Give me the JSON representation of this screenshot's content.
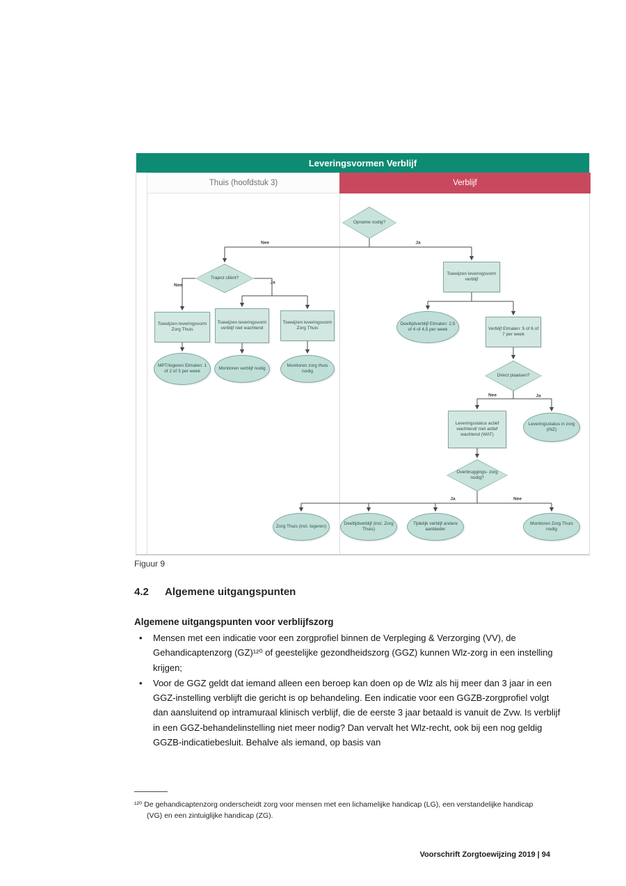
{
  "diagram": {
    "title": "Leveringsvormen Verblijf",
    "column_left": "Thuis (hoofdstuk 3)",
    "column_right": "Verblijf",
    "colors": {
      "title_bg": "#0E8B73",
      "verblijf_header_bg": "#C8495E",
      "node_fill": "#D2E7E2",
      "node_border": "#7FA8A1",
      "connector": "#4A4A4A"
    },
    "nodes": [
      {
        "shape": "diamond",
        "label": "Opname nodig?"
      },
      {
        "shape": "diamond",
        "label": "Traject cliënt?"
      },
      {
        "shape": "rect",
        "label": "Toewijzen leveringsvorm Zorg Thuis"
      },
      {
        "shape": "rect",
        "label": "Toewijzen leveringsvorm verblijf niet wachtend"
      },
      {
        "shape": "rect",
        "label": "Toewijzen leveringsvorm Zorg Thuis"
      },
      {
        "shape": "ellipse",
        "label": "MPT/logeren Etmalen: 1 of 2 of 3 per week"
      },
      {
        "shape": "ellipse",
        "label": "Monitoren verblijf nodig"
      },
      {
        "shape": "ellipse",
        "label": "Monitoren zorg thuis nodig"
      },
      {
        "shape": "rect",
        "label": "Toewijzen leveringsvorm verblijf"
      },
      {
        "shape": "ellipse",
        "label": "Deeltijdverblijf Etmalen: 2,5 of 4 of 4,5 per week"
      },
      {
        "shape": "rect",
        "label": "Verblijf Etmalen: 5 of 6 of 7 per week"
      },
      {
        "shape": "diamond",
        "label": "Direct plaatsen?"
      },
      {
        "shape": "rect",
        "label": "Leveringsstatus actief wachtend/ niet actief wachtend (WAT)"
      },
      {
        "shape": "ellipse",
        "label": "Leveringsstatus in zorg (INZ)"
      },
      {
        "shape": "diamond",
        "label": "Overbruggings- zorg nodig?"
      },
      {
        "shape": "ellipse",
        "label": "Zorg Thuis (incl. logeren)"
      },
      {
        "shape": "ellipse",
        "label": "Deeltijdverblijf (incl. Zorg Thuis)"
      },
      {
        "shape": "ellipse",
        "label": "Tijdelijk verblijf andere aanbieder"
      },
      {
        "shape": "ellipse",
        "label": "Monitoren Zorg Thuis nodig"
      }
    ],
    "branch_labels": {
      "opname_nee": "Nee",
      "opname_ja": "Ja",
      "traject_nee": "Nee",
      "traject_ja": "Ja",
      "direct_nee": "Nee",
      "direct_ja": "Ja",
      "overbrugging_ja": "Ja",
      "overbrugging_nee": "Nee"
    }
  },
  "content": {
    "figure_caption": "Figuur 9",
    "section_number": "4.2",
    "section_title": "Algemene uitgangspunten",
    "subsection_title": "Algemene uitgangspunten voor verblijfszorg",
    "bullets": [
      "Mensen met een indicatie voor een zorgprofiel binnen de Verpleging & Verzorging (VV), de Gehandicaptenzorg (GZ)¹²⁰ of geestelijke gezondheidszorg (GGZ) kunnen Wlz-zorg in een instelling krijgen;",
      "Voor de GGZ geldt dat iemand alleen een beroep kan doen op de Wlz als hij meer dan 3 jaar in een GGZ-instelling verblijft die gericht is op behandeling. Een indicatie voor een GGZB-zorgprofiel volgt dan aansluitend op intramuraal klinisch verblijf, die de eerste 3 jaar betaald is vanuit de Zvw. Is verblijf in een GGZ-behandelinstelling niet meer nodig? Dan vervalt het Wlz-recht, ook bij een nog geldig GGZB-indicatiebesluit. Behalve als iemand, op basis van"
    ],
    "footnote": "¹²⁰ De gehandicaptenzorg onderscheidt zorg voor mensen met een lichamelijke handicap (LG), een verstandelijke handicap (VG) en een zintuiglijke handicap (ZG).",
    "footer": "Voorschrift Zorgtoewijzing 2019  |  94"
  }
}
